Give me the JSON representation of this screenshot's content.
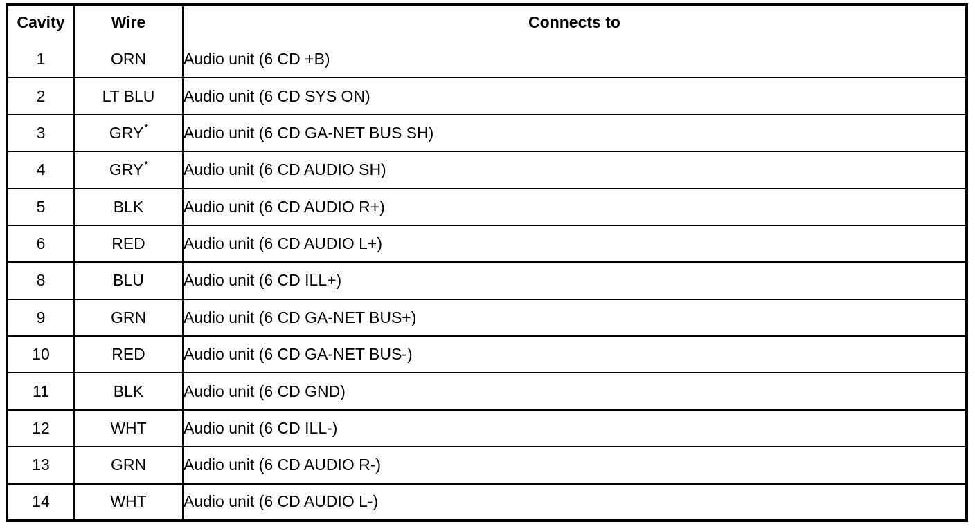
{
  "table": {
    "columns": [
      {
        "key": "cavity",
        "label": "Cavity",
        "align": "center"
      },
      {
        "key": "wire",
        "label": "Wire",
        "align": "center"
      },
      {
        "key": "connects_to",
        "label": "Connects to",
        "align": "center"
      }
    ],
    "rows": [
      {
        "cavity": "1",
        "wire": "ORN",
        "wire_note": "",
        "connects_to": "Audio unit (6 CD +B)"
      },
      {
        "cavity": "2",
        "wire": "LT BLU",
        "wire_note": "",
        "connects_to": "Audio unit (6 CD SYS ON)"
      },
      {
        "cavity": "3",
        "wire": "GRY",
        "wire_note": "*",
        "connects_to": "Audio unit (6 CD GA-NET BUS SH)"
      },
      {
        "cavity": "4",
        "wire": "GRY",
        "wire_note": "*",
        "connects_to": "Audio unit (6 CD AUDIO SH)"
      },
      {
        "cavity": "5",
        "wire": "BLK",
        "wire_note": "",
        "connects_to": "Audio unit (6 CD AUDIO R+)"
      },
      {
        "cavity": "6",
        "wire": "RED",
        "wire_note": "",
        "connects_to": "Audio unit (6 CD AUDIO L+)"
      },
      {
        "cavity": "8",
        "wire": "BLU",
        "wire_note": "",
        "connects_to": "Audio unit (6 CD ILL+)"
      },
      {
        "cavity": "9",
        "wire": "GRN",
        "wire_note": "",
        "connects_to": "Audio unit (6 CD GA-NET BUS+)"
      },
      {
        "cavity": "10",
        "wire": "RED",
        "wire_note": "",
        "connects_to": "Audio unit (6 CD GA-NET BUS-)"
      },
      {
        "cavity": "11",
        "wire": "BLK",
        "wire_note": "",
        "connects_to": "Audio unit (6 CD GND)"
      },
      {
        "cavity": "12",
        "wire": "WHT",
        "wire_note": "",
        "connects_to": "Audio unit (6 CD ILL-)"
      },
      {
        "cavity": "13",
        "wire": "GRN",
        "wire_note": "",
        "connects_to": "Audio unit (6 CD AUDIO R-)"
      },
      {
        "cavity": "14",
        "wire": "WHT",
        "wire_note": "",
        "connects_to": "Audio unit (6 CD AUDIO L-)"
      }
    ]
  },
  "colors": {
    "border": "#000000",
    "text": "#000000",
    "background": "#ffffff"
  }
}
